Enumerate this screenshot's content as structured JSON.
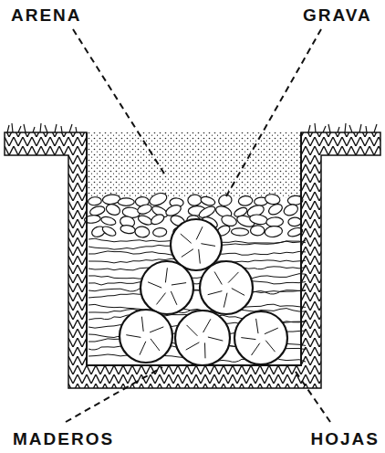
{
  "diagram": {
    "labels": [
      "ARENA",
      "GRAVA",
      "MADEROS",
      "HOJAS"
    ]
  }
}
